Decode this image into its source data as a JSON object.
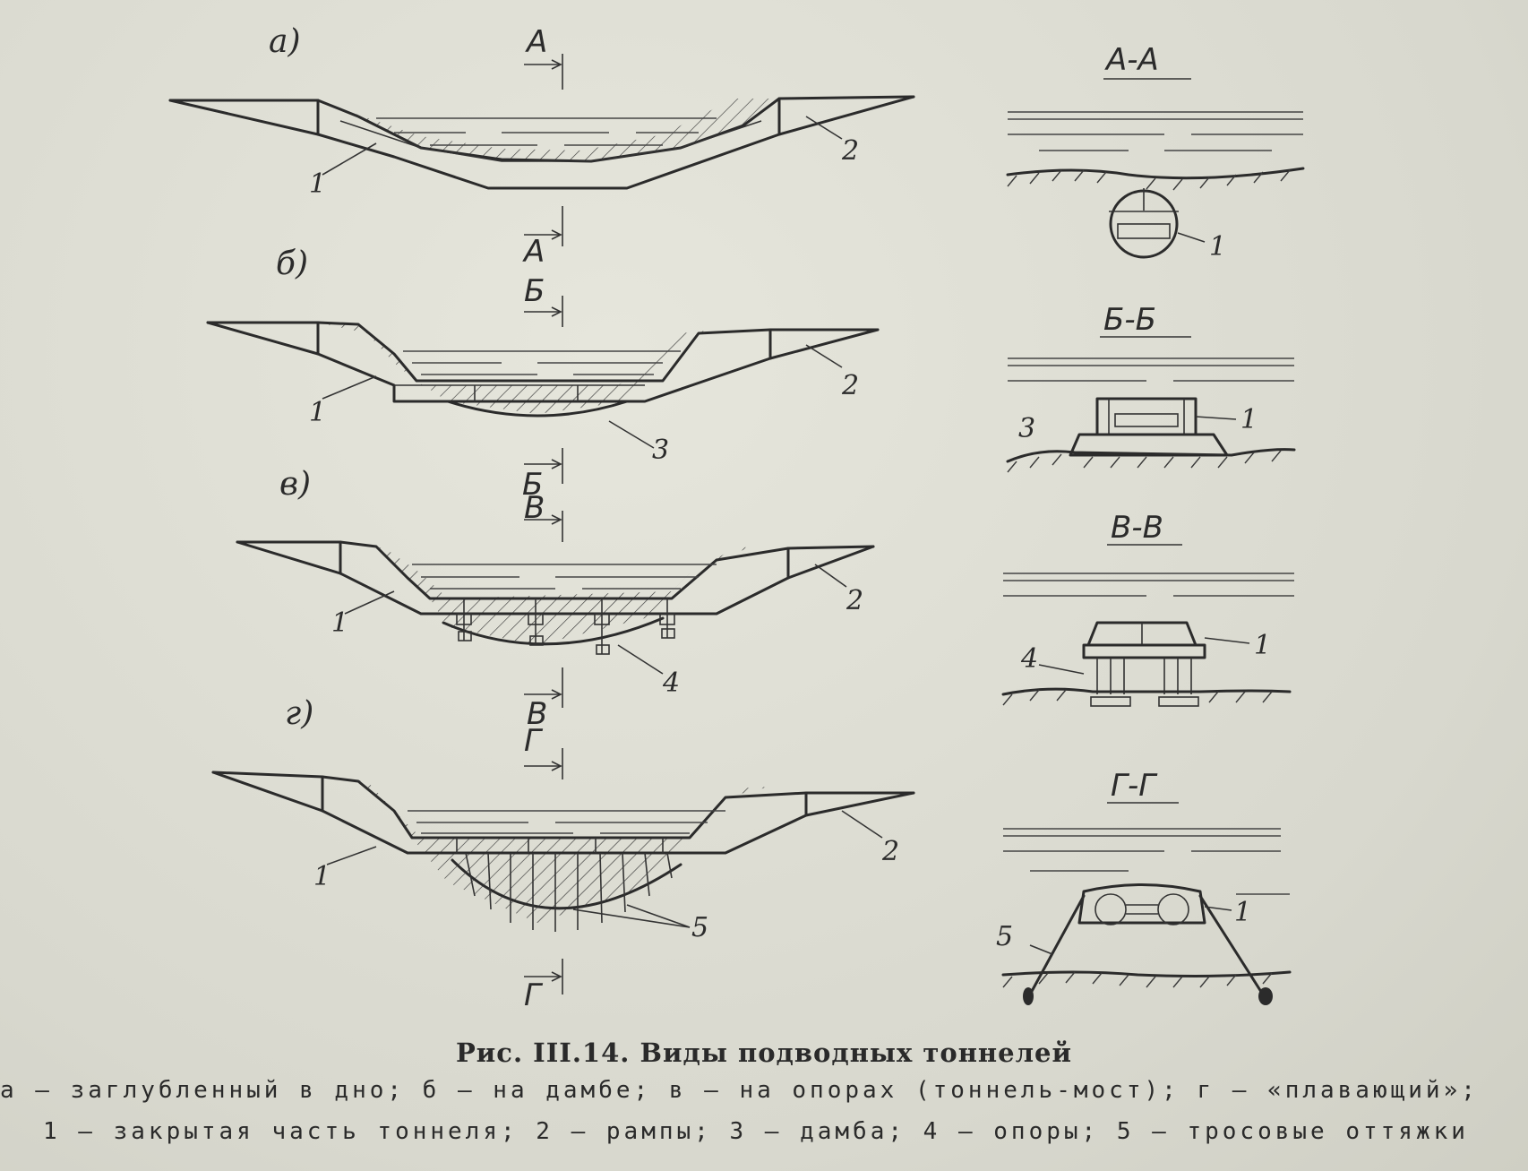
{
  "panels": [
    {
      "letter": "а)",
      "section_top": "А",
      "section_bottom": "А",
      "labels": [
        "1",
        "2"
      ]
    },
    {
      "letter": "б)",
      "section_top": "Б",
      "section_bottom": "Б",
      "labels": [
        "1",
        "2",
        "3"
      ]
    },
    {
      "letter": "в)",
      "section_top": "В",
      "section_bottom": "В",
      "labels": [
        "1",
        "2",
        "4"
      ]
    },
    {
      "letter": "г)",
      "section_top": "Г",
      "section_bottom": "Г",
      "labels": [
        "1",
        "2",
        "5"
      ]
    }
  ],
  "sections": [
    {
      "title": "А-А",
      "labels": [
        "1"
      ]
    },
    {
      "title": "Б-Б",
      "labels": [
        "1",
        "3"
      ]
    },
    {
      "title": "В-В",
      "labels": [
        "1",
        "4"
      ]
    },
    {
      "title": "Г-Г",
      "labels": [
        "1",
        "5"
      ]
    }
  ],
  "caption": "Рис. III.14. Виды подводных тоннелей",
  "legend_line1": "а — заглубленный в дно; б — на дамбе; в — на опорах (тоннель-мост); г — «плавающий»;",
  "legend_line2": "1 — закрытая часть тоннеля; 2 — рампы; 3 — дамба; 4 — опоры; 5 — тросовые оттяжки"
}
